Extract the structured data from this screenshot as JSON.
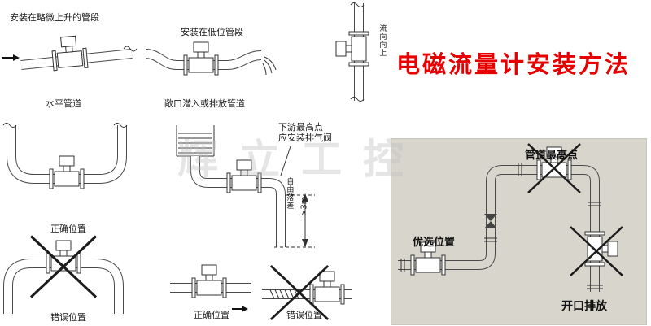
{
  "title": "电磁流量计安装方法",
  "watermark": "辉立工控",
  "left": {
    "rising": {
      "caption": "安装在略微上升的管段",
      "label": "水平管道"
    },
    "low": {
      "caption": "安装在低位管段",
      "label": "敞口潜入或排放管道"
    },
    "vertical": {
      "note": "流向向上"
    },
    "utrap": {
      "label": "正确位置"
    },
    "drop": {
      "note1": "下游最高点",
      "note2": "应安装排气阀",
      "fall": "自由落差",
      "dim": ">3m"
    },
    "arch": {
      "label": "错误位置"
    },
    "straight_ok": {
      "label": "正确位置"
    },
    "straight_bad": {
      "label": "错误位置"
    }
  },
  "right_panel": {
    "highest": "管道最高点",
    "preferred": "优选位置",
    "open_discharge": "开口排放"
  }
}
